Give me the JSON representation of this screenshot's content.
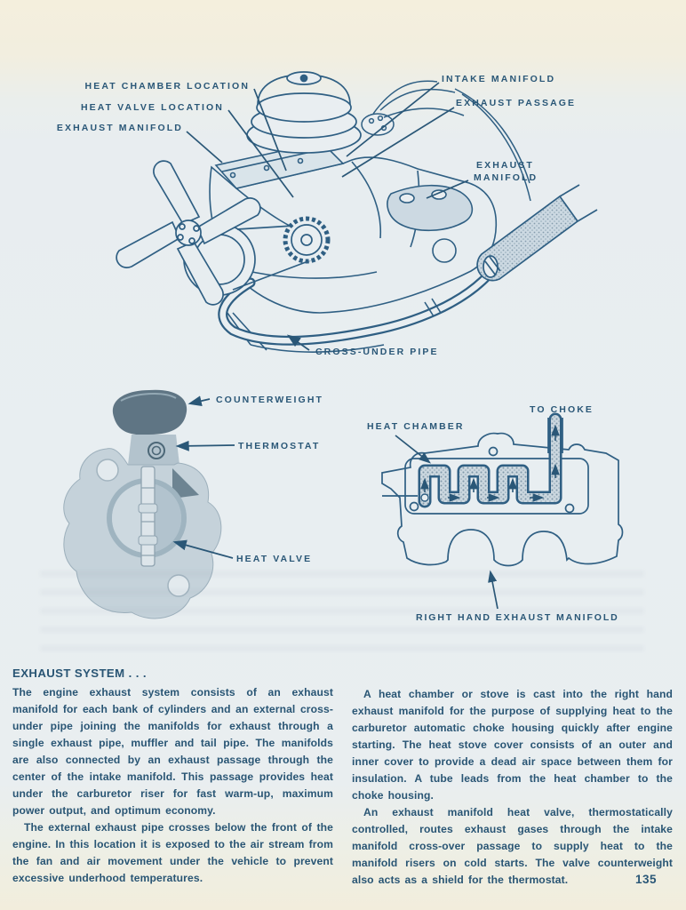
{
  "page": {
    "number": "135"
  },
  "colors": {
    "ink": "#2a5777",
    "line": "#2f5f83",
    "paper": "#e8eef1",
    "shade": "#c9d6df",
    "photo_dark": "#5f7584",
    "photo_mid": "#c5d2da"
  },
  "engine_figure": {
    "labels": {
      "heat_chamber_location": "HEAT CHAMBER LOCATION",
      "heat_valve_location": "HEAT VALVE LOCATION",
      "exhaust_manifold_left": "EXHAUST MANIFOLD",
      "intake_manifold": "INTAKE MANIFOLD",
      "exhaust_passage": "EXHAUST PASSAGE",
      "exhaust_manifold_right_line1": "EXHAUST",
      "exhaust_manifold_right_line2": "MANIFOLD",
      "cross_under_pipe": "CROSS-UNDER PIPE"
    }
  },
  "heat_valve_figure": {
    "labels": {
      "counterweight": "COUNTERWEIGHT",
      "thermostat": "THERMOSTAT",
      "heat_valve": "HEAT VALVE"
    }
  },
  "manifold_figure": {
    "labels": {
      "heat_chamber": "HEAT CHAMBER",
      "to_choke": "TO CHOKE",
      "caption": "RIGHT HAND EXHAUST MANIFOLD"
    }
  },
  "article": {
    "heading": "EXHAUST SYSTEM .  .  .",
    "left": {
      "para1": "The engine exhaust system consists of an exhaust manifold for each bank of cylinders and an external cross-under pipe joining the manifolds for exhaust through a single exhaust pipe, muffler and tail pipe. The manifolds are also connected by an exhaust passage through the center of the intake manifold. This passage provides heat under the carburetor riser for fast warm-up, maximum power output, and optimum economy.",
      "para2": "The external exhaust pipe crosses below the front of the engine. In this location it is exposed to the air stream from the fan and air movement under the vehicle to prevent excessive underhood temperatures."
    },
    "right": {
      "para1": "A heat chamber or stove is cast into the right hand exhaust manifold for the purpose of supplying heat to the carburetor automatic choke housing quickly after engine starting. The heat stove cover consists of an outer and inner cover to provide a dead air space between them for insulation. A tube leads from the heat chamber to the choke housing.",
      "para2": "An exhaust manifold heat valve, thermostatically controlled, routes exhaust gases through the intake manifold cross-over passage to supply heat to the manifold risers on cold starts. The valve counterweight also acts as a shield for the thermostat."
    }
  }
}
